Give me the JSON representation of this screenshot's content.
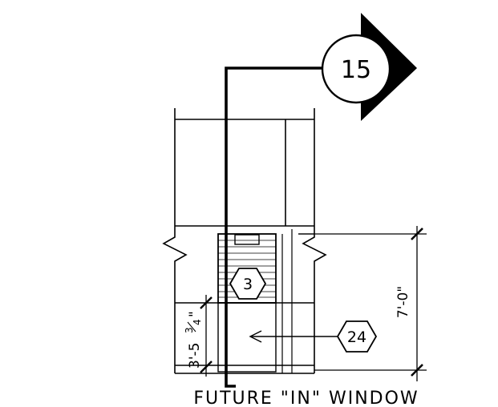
{
  "section_marker": {
    "number": "15"
  },
  "window_tag": {
    "number": "3"
  },
  "note_tag": {
    "number": "24"
  },
  "dimensions": {
    "height": "7'-0\"",
    "sill_feet": "3'-5",
    "sill_fraction_num": "3",
    "sill_fraction_den": "4",
    "sill_inch_mark": "\""
  },
  "caption": "FUTURE \"IN\" WINDOW",
  "colors": {
    "ink": "#000000",
    "paper": "#ffffff"
  }
}
